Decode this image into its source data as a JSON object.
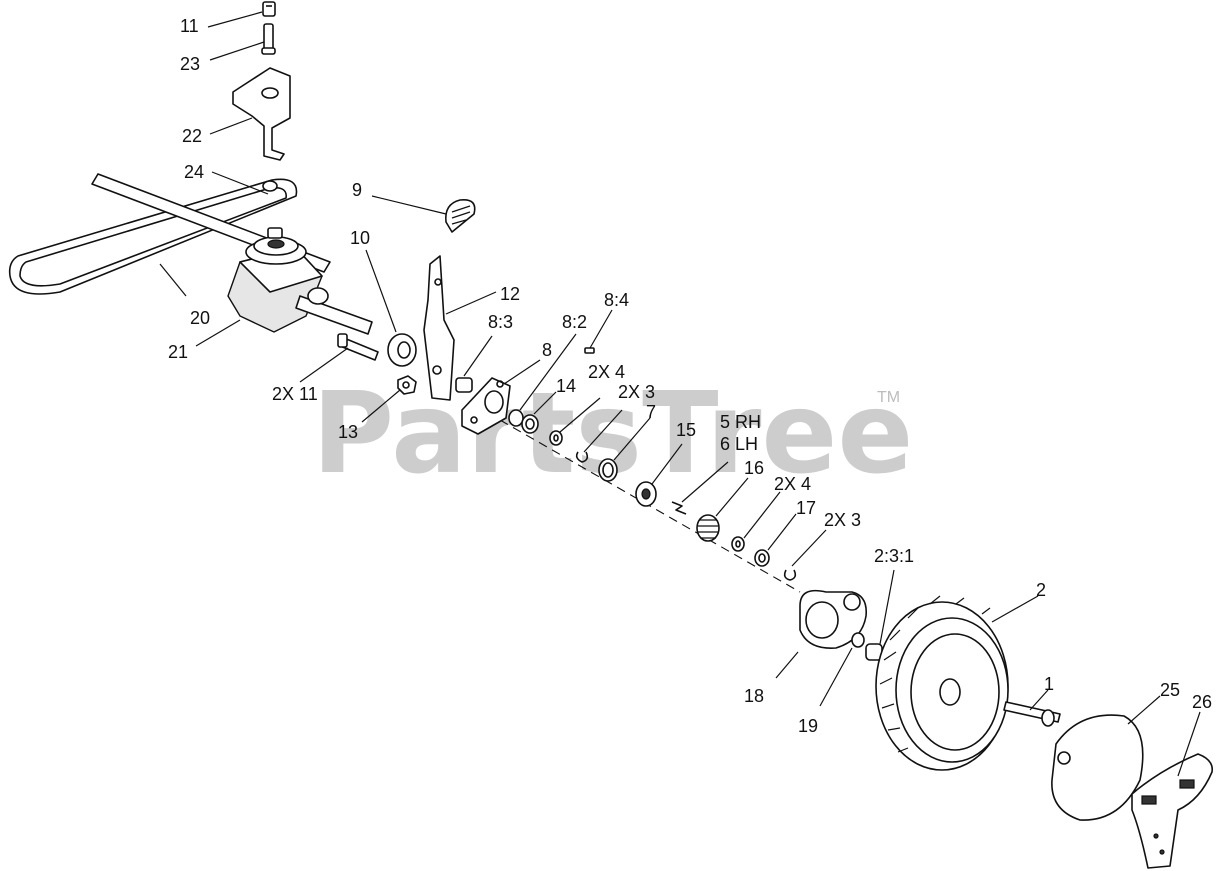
{
  "watermark": {
    "text": "PartsTree",
    "trademark": "TM"
  },
  "callouts": [
    {
      "id": "11-top",
      "text": "11"
    },
    {
      "id": "23",
      "text": "23"
    },
    {
      "id": "22",
      "text": "22"
    },
    {
      "id": "24",
      "text": "24"
    },
    {
      "id": "9",
      "text": "9"
    },
    {
      "id": "10",
      "text": "10"
    },
    {
      "id": "12",
      "text": "12"
    },
    {
      "id": "8-3",
      "text": "8:3"
    },
    {
      "id": "8-2",
      "text": "8:2"
    },
    {
      "id": "8-4",
      "text": "8:4"
    },
    {
      "id": "8",
      "text": "8"
    },
    {
      "id": "20",
      "text": "20"
    },
    {
      "id": "21",
      "text": "21"
    },
    {
      "id": "2x11",
      "text": "2X 11"
    },
    {
      "id": "13",
      "text": "13"
    },
    {
      "id": "14",
      "text": "14"
    },
    {
      "id": "2x4-a",
      "text": "2X 4"
    },
    {
      "id": "2x3-a",
      "text": "2X 3"
    },
    {
      "id": "7",
      "text": "7"
    },
    {
      "id": "15",
      "text": "15"
    },
    {
      "id": "5rh",
      "text": "5 RH"
    },
    {
      "id": "6lh",
      "text": "6 LH"
    },
    {
      "id": "16",
      "text": "16"
    },
    {
      "id": "2x4-b",
      "text": "2X 4"
    },
    {
      "id": "17",
      "text": "17"
    },
    {
      "id": "2x3-b",
      "text": "2X 3"
    },
    {
      "id": "2-3-1",
      "text": "2:3:1"
    },
    {
      "id": "2",
      "text": "2"
    },
    {
      "id": "18",
      "text": "18"
    },
    {
      "id": "19",
      "text": "19"
    },
    {
      "id": "1",
      "text": "1"
    },
    {
      "id": "25",
      "text": "25"
    },
    {
      "id": "26",
      "text": "26"
    }
  ]
}
